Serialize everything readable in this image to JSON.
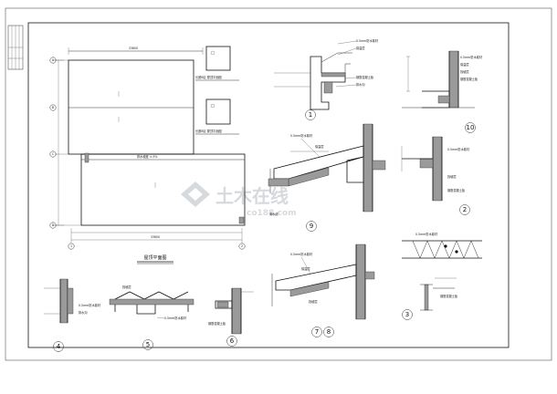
{
  "plan": {
    "title": "屋顶平面图",
    "grid_letters": [
      "A",
      "B",
      "C",
      "D"
    ],
    "grid_numbers": [
      "1",
      "2"
    ],
    "overall_dim": "33600",
    "inline_note": "排水坡度 i=3%"
  },
  "mini_plans": [
    {
      "caption": "长廊B区 屋顶平面图"
    },
    {
      "caption": "长廊B区 屋顶平面图"
    }
  ],
  "details": [
    {
      "num": "1"
    },
    {
      "num": "2"
    },
    {
      "num": "3"
    },
    {
      "num": "4"
    },
    {
      "num": "5"
    },
    {
      "num": "6"
    },
    {
      "num": "7"
    },
    {
      "num": "8"
    },
    {
      "num": "9"
    },
    {
      "num": "10"
    }
  ],
  "callout_labels": [
    "0.5mm防水卷材",
    "保温层",
    "找坡层",
    "钢筋混凝土板",
    "排水沟",
    "滴水线"
  ],
  "watermark": {
    "main": "土木在线",
    "sub": "co188.com"
  },
  "colors": {
    "line": "#111111",
    "hatch": "#9a9a9a",
    "watermark": "#c9cdd2"
  }
}
